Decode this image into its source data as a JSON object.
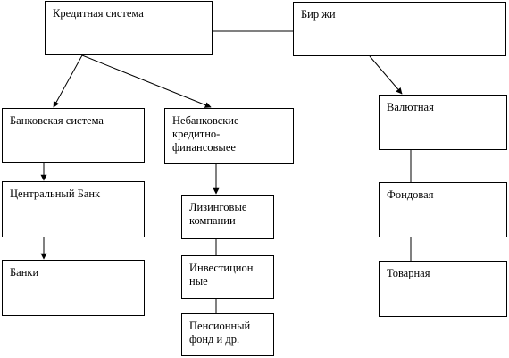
{
  "nodes": {
    "credit_system": "Кредитная система",
    "exchanges": "Бир жи",
    "banking_system": "Банковская система",
    "nonbank": "Небанковские\nкредитно-\nфинансовыее",
    "central_bank": "Центральный Банк",
    "banks": "Банки",
    "leasing": "Лизинговые\nкомпании",
    "investment": "Инвестицион\nные",
    "pension": "Пенсионный\nфонд и др.",
    "currency": "Валютная",
    "stock": "Фондовая",
    "commodity": "Товарная"
  },
  "colors": {
    "line": "#000000",
    "box_border": "#000000",
    "background": "#ffffff"
  }
}
